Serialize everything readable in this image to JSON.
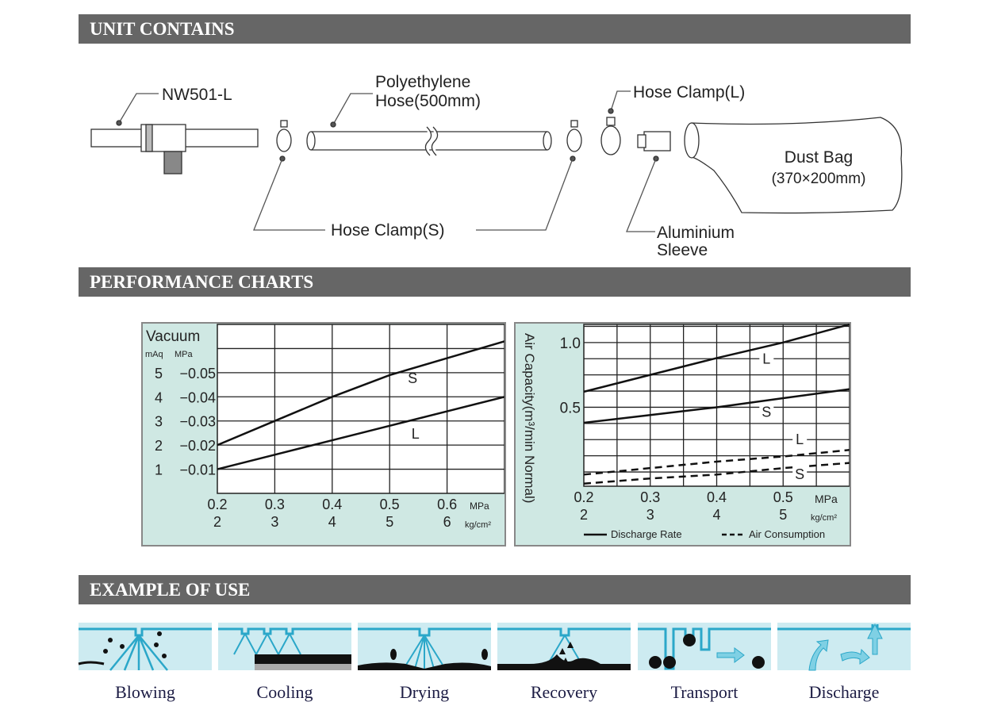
{
  "sections": {
    "unit_contains": "UNIT CONTAINS",
    "performance_charts": "PERFORMANCE CHARTS",
    "example_of_use": "EXAMPLE OF USE"
  },
  "unit_diagram": {
    "nw501": "NW501-L",
    "hose_line1": "Polyethylene",
    "hose_line2": "Hose(500mm)",
    "clamp_l": "Hose Clamp(L)",
    "clamp_s": "Hose Clamp(S)",
    "dust_bag_line1": "Dust Bag",
    "dust_bag_line2": "(370×200mm)",
    "sleeve_line1": "Aluminium",
    "sleeve_line2": "Sleeve"
  },
  "chart_data": [
    {
      "type": "line",
      "title": "Vacuum",
      "ylabel_units": [
        "mAq",
        "MPa"
      ],
      "xlabel_units": [
        "MPa",
        "kg/cm²"
      ],
      "xlim": [
        0.2,
        0.7
      ],
      "ylim": [
        0,
        7
      ],
      "x_ticks": [
        {
          "mpa": "0.2",
          "kg": "2",
          "v": 0.2
        },
        {
          "mpa": "0.3",
          "kg": "3",
          "v": 0.3
        },
        {
          "mpa": "0.4",
          "kg": "4",
          "v": 0.4
        },
        {
          "mpa": "0.5",
          "kg": "5",
          "v": 0.5
        },
        {
          "mpa": "0.6",
          "kg": "6",
          "v": 0.6
        }
      ],
      "y_ticks": [
        {
          "maq": "5",
          "mpa": "−0.05",
          "v": 5
        },
        {
          "maq": "4",
          "mpa": "−0.04",
          "v": 4
        },
        {
          "maq": "3",
          "mpa": "−0.03",
          "v": 3
        },
        {
          "maq": "2",
          "mpa": "−0.02",
          "v": 2
        },
        {
          "maq": "1",
          "mpa": "−0.01",
          "v": 1
        }
      ],
      "series": [
        {
          "name": "S",
          "style": "solid",
          "x": [
            0.2,
            0.3,
            0.4,
            0.5,
            0.6,
            0.7
          ],
          "y": [
            2.0,
            3.0,
            4.0,
            4.9,
            5.6,
            6.3
          ],
          "label_at": [
            0.54,
            4.7
          ]
        },
        {
          "name": "L",
          "style": "solid",
          "x": [
            0.2,
            0.3,
            0.4,
            0.5,
            0.6,
            0.7
          ],
          "y": [
            1.0,
            1.6,
            2.2,
            2.8,
            3.4,
            4.0
          ],
          "label_at": [
            0.545,
            2.4
          ]
        }
      ]
    },
    {
      "type": "line",
      "ylabel": "Air Capacity(m³/min Normal)",
      "xlabel_units": [
        "MPa",
        "kg/cm²"
      ],
      "xlim": [
        0.2,
        0.6
      ],
      "ylim": [
        -0.11,
        1.14
      ],
      "x_ticks": [
        {
          "mpa": "0.2",
          "kg": "2",
          "v": 0.2
        },
        {
          "mpa": "0.3",
          "kg": "3",
          "v": 0.3
        },
        {
          "mpa": "0.4",
          "kg": "4",
          "v": 0.4
        },
        {
          "mpa": "0.5",
          "kg": "5",
          "v": 0.5
        }
      ],
      "y_ticks": [
        {
          "label": "1.0",
          "v": 1.0
        },
        {
          "label": "0.5",
          "v": 0.5
        }
      ],
      "series": [
        {
          "name": "L",
          "style": "solid",
          "x": [
            0.2,
            0.3,
            0.4,
            0.5,
            0.6
          ],
          "y": [
            0.62,
            0.75,
            0.88,
            1.0,
            1.14
          ],
          "label_at": [
            0.475,
            0.86
          ]
        },
        {
          "name": "S",
          "style": "solid",
          "x": [
            0.2,
            0.3,
            0.4,
            0.5,
            0.6
          ],
          "y": [
            0.38,
            0.44,
            0.5,
            0.57,
            0.64
          ],
          "label_at": [
            0.475,
            0.45
          ]
        },
        {
          "name": "L",
          "style": "dashed",
          "x": [
            0.2,
            0.3,
            0.4,
            0.5,
            0.6
          ],
          "y": [
            -0.02,
            0.03,
            0.08,
            0.12,
            0.17
          ],
          "label_at": [
            0.525,
            0.24
          ]
        },
        {
          "name": "S",
          "style": "dashed",
          "x": [
            0.2,
            0.3,
            0.4,
            0.5,
            0.6
          ],
          "y": [
            -0.09,
            -0.05,
            -0.02,
            0.03,
            0.07
          ],
          "label_at": [
            0.525,
            -0.03
          ]
        }
      ],
      "legend": {
        "position": "bottom",
        "solid": "Discharge Rate",
        "dashed": "Air Consumption"
      }
    }
  ],
  "examples": [
    {
      "label": "Blowing"
    },
    {
      "label": "Cooling"
    },
    {
      "label": "Drying"
    },
    {
      "label": "Recovery"
    },
    {
      "label": "Transport"
    },
    {
      "label": "Discharge"
    }
  ]
}
